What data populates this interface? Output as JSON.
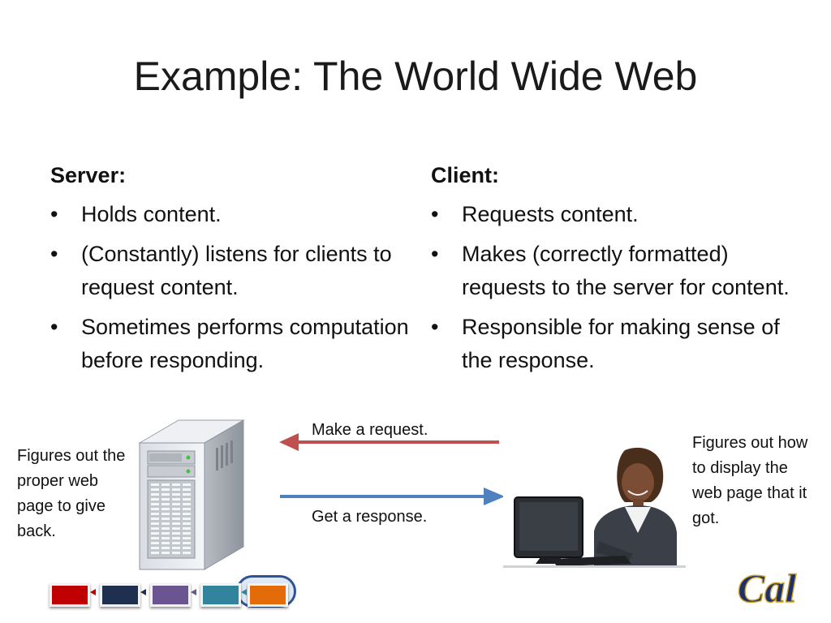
{
  "slide": {
    "title": "Example: The World Wide Web",
    "server": {
      "heading": "Server:",
      "bullets": [
        "Holds content.",
        "(Constantly) listens for clients to request content.",
        "Sometimes performs computation before responding."
      ]
    },
    "client": {
      "heading": "Client:",
      "bullets": [
        "Requests content.",
        "Makes (correctly formatted) requests to the server for content.",
        "Responsible for making sense of the response."
      ]
    },
    "bullet_glyph": "•",
    "diagram": {
      "request_label": "Make a request.",
      "response_label": "Get a response.",
      "server_note": "Figures out the proper web page to give back.",
      "client_note": "Figures out how to display the web page that it got.",
      "request_arrow_color": "#c0504d",
      "response_arrow_color": "#4f81bd"
    },
    "logo_text": "Cal",
    "nav_colors": [
      "#c00000",
      "#1f2f4f",
      "#6a5590",
      "#31849b",
      "#e36c09"
    ]
  }
}
